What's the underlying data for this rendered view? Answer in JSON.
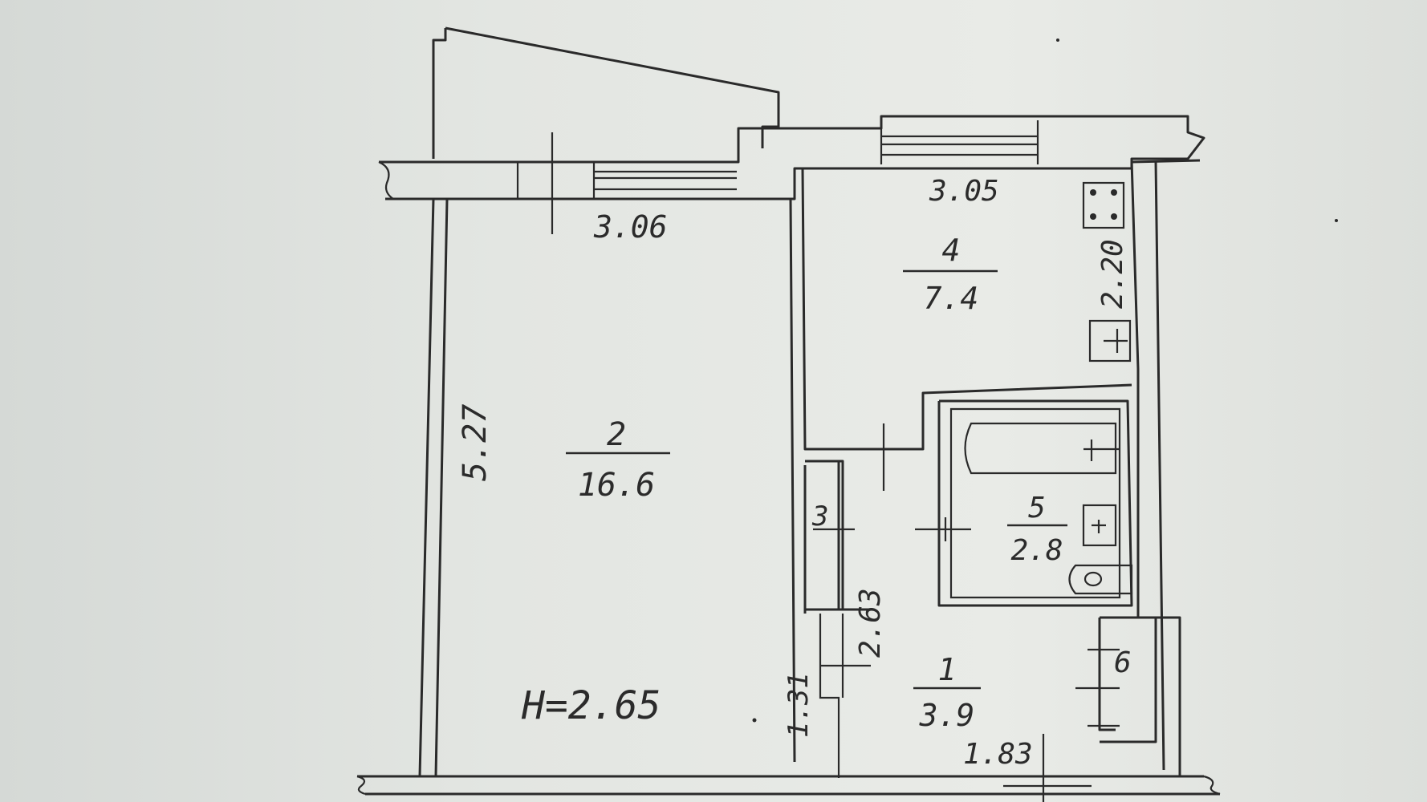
{
  "plan": {
    "ceiling_height": "H=2.65",
    "dimensions": {
      "room2_width": "3.06",
      "room4_width": "3.05",
      "room2_length": "5.27",
      "room4_length": "2.20",
      "corridor_length": "2.63",
      "hall_small": "1.31",
      "hall_width": "1.83"
    },
    "rooms": [
      {
        "number": "2",
        "area": "16.6"
      },
      {
        "number": "4",
        "area": "7.4"
      },
      {
        "number": "5",
        "area": "2.8"
      },
      {
        "number": "1",
        "area": "3.9"
      },
      {
        "number": "3",
        "area": ""
      },
      {
        "number": "6",
        "area": ""
      }
    ]
  }
}
